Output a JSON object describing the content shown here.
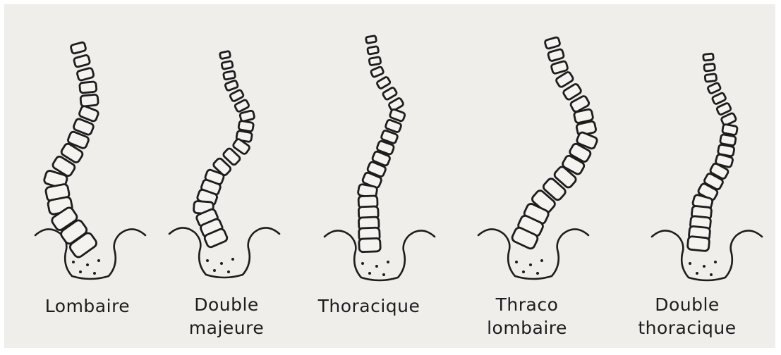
{
  "colors": {
    "background": "#efeeea",
    "ink": "#1d1d1d"
  },
  "types": [
    {
      "id": "lombaire",
      "lines": [
        "Lombaire"
      ]
    },
    {
      "id": "double-majeure",
      "lines": [
        "Double",
        "majeure"
      ]
    },
    {
      "id": "thoracique",
      "lines": [
        "Thoracique"
      ]
    },
    {
      "id": "thraco-lombaire",
      "lines": [
        "Thraco",
        "lombaire"
      ]
    },
    {
      "id": "double-thoracique",
      "lines": [
        "Double",
        "thoracique"
      ]
    }
  ]
}
